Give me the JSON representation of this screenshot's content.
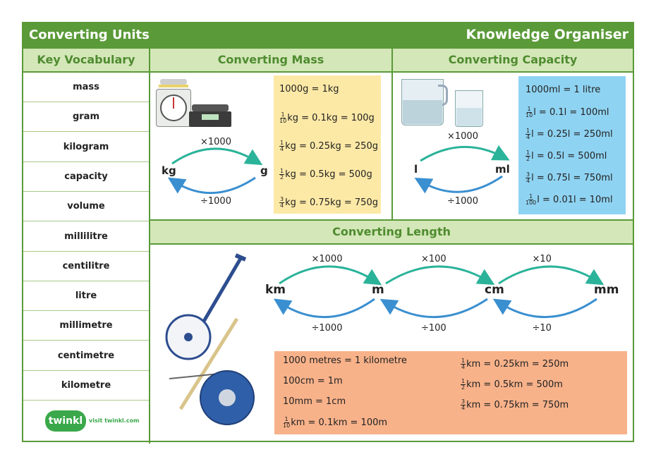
{
  "header": {
    "left": "Converting Units",
    "right": "Knowledge Organiser"
  },
  "vocab": {
    "title": "Key Vocabulary",
    "items": [
      "mass",
      "gram",
      "kilogram",
      "capacity",
      "volume",
      "millilitre",
      "centilitre",
      "litre",
      "millimetre",
      "centimetre",
      "kilometre"
    ]
  },
  "mass": {
    "title": "Converting Mass",
    "unit_big": "kg",
    "unit_small": "g",
    "mult": "×1000",
    "div": "÷1000",
    "facts": [
      {
        "frac_n": "",
        "frac_d": "",
        "text": "1000g = 1kg"
      },
      {
        "frac_n": "1",
        "frac_d": "10",
        "text": "kg = 0.1kg = 100g"
      },
      {
        "frac_n": "1",
        "frac_d": "4",
        "text": "kg = 0.25kg = 250g"
      },
      {
        "frac_n": "1",
        "frac_d": "2",
        "text": "kg = 0.5kg = 500g"
      },
      {
        "frac_n": "3",
        "frac_d": "4",
        "text": "kg = 0.75kg = 750g"
      }
    ]
  },
  "capacity": {
    "title": "Converting Capacity",
    "unit_big": "l",
    "unit_small": "ml",
    "mult": "×1000",
    "div": "÷1000",
    "facts": [
      {
        "frac_n": "",
        "frac_d": "",
        "text": "1000ml = 1 litre"
      },
      {
        "frac_n": "1",
        "frac_d": "10",
        "text": "l = 0.1l = 100ml"
      },
      {
        "frac_n": "1",
        "frac_d": "4",
        "text": "l = 0.25l = 250ml"
      },
      {
        "frac_n": "1",
        "frac_d": "2",
        "text": "l = 0.5l = 500ml"
      },
      {
        "frac_n": "3",
        "frac_d": "4",
        "text": "l = 0.75l = 750ml"
      },
      {
        "frac_n": "1",
        "frac_d": "100",
        "text": "l = 0.01l = 10ml"
      }
    ]
  },
  "length": {
    "title": "Converting Length",
    "units": [
      "km",
      "m",
      "cm",
      "mm"
    ],
    "mult": [
      "×1000",
      "×100",
      "×10"
    ],
    "div": [
      "÷1000",
      "÷100",
      "÷10"
    ],
    "facts_left": [
      {
        "frac_n": "",
        "frac_d": "",
        "text": "1000 metres = 1 kilometre"
      },
      {
        "frac_n": "",
        "frac_d": "",
        "text": "100cm = 1m"
      },
      {
        "frac_n": "",
        "frac_d": "",
        "text": "10mm = 1cm"
      },
      {
        "frac_n": "1",
        "frac_d": "10",
        "text": "km = 0.1km = 100m"
      }
    ],
    "facts_right": [
      {
        "frac_n": "1",
        "frac_d": "4",
        "text": "km = 0.25km = 250m"
      },
      {
        "frac_n": "1",
        "frac_d": "2",
        "text": "km = 0.5km = 500m"
      },
      {
        "frac_n": "3",
        "frac_d": "4",
        "text": "km = 0.75km = 750m"
      }
    ]
  },
  "footer": {
    "logo": "twinkl",
    "link": "visit twinkl.com"
  },
  "colors": {
    "green": "#5a9a38",
    "teal": "#2bb39a",
    "blue": "#3a8fd0",
    "yellow": "#fde9a6",
    "lightblue": "#8fd3f2",
    "orange": "#f8b28a"
  }
}
